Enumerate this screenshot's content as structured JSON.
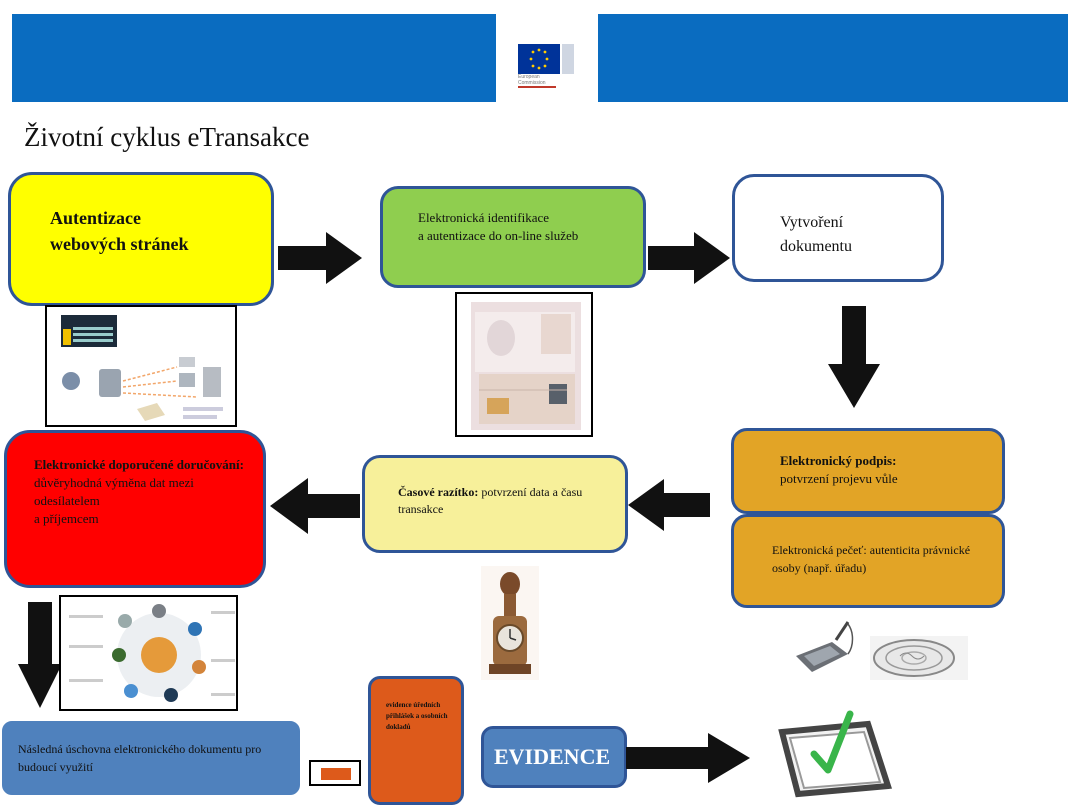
{
  "title": "Životní cyklus eTransakce",
  "logo": {
    "caption_line1": "European",
    "caption_line2": "Commission"
  },
  "boxes": {
    "web_auth": {
      "text": "Autentizace webových stránek"
    },
    "eid": {
      "text": "Elektronická identifikace\n a autentizace do on-line služeb"
    },
    "create_doc": {
      "text": "Vytvoření dokumentu"
    },
    "esign": {
      "bold": "Elektronický podpis:",
      "text": "potvrzení projevu vůle"
    },
    "eseal": {
      "text": "Elektronická pečeť: autenticita právnické osoby (např. úřadu)"
    },
    "timestamp": {
      "bold": "Časové razítko:",
      "text": " potvrzení data a času transakce"
    },
    "delivery": {
      "bold": "Elektronické doporučené doručování:",
      "text": "důvěryhodná výměna dat mezi odesílatelem\n a příjemcem"
    },
    "archive": {
      "text": "Následná úschovna elektronického dokumentu pro budoucí využití"
    },
    "evidence_small": {
      "text": "evidence úředních přihlášek a osobních dokladů"
    },
    "evidence": {
      "text": "EVIDENCE"
    }
  },
  "colors": {
    "band": "#0a6cc0",
    "yellow": "#ffff00",
    "green": "#8fce4f",
    "orange": "#e2a426",
    "light_yellow": "#f7f09a",
    "red": "#ff0000",
    "blue": "#4f81bd",
    "dark_orange": "#dd5a1b"
  }
}
